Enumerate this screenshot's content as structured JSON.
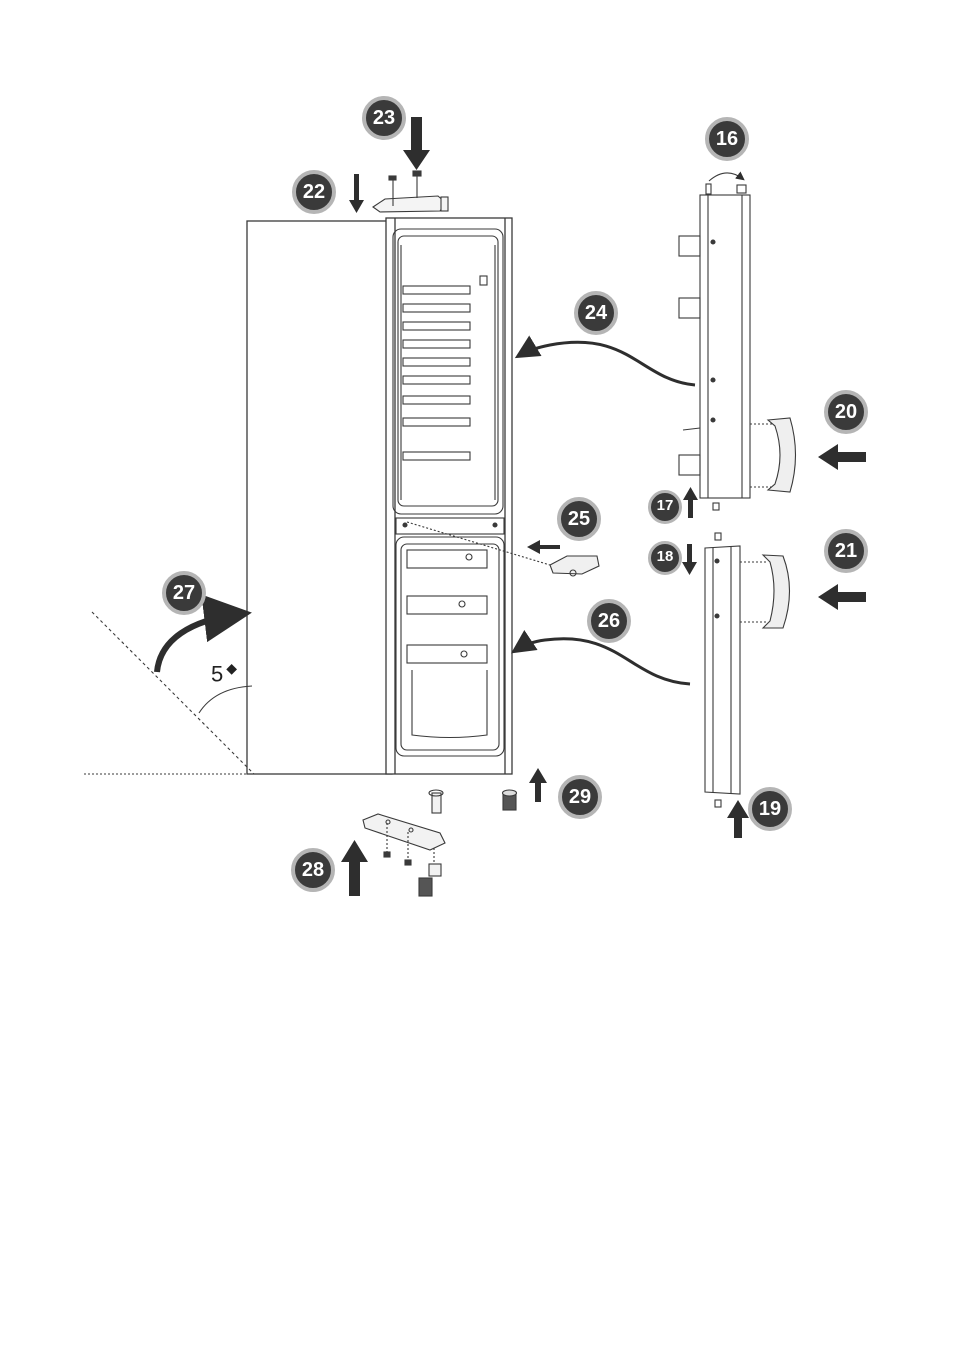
{
  "steps": {
    "s16": "16",
    "s17": "17",
    "s18": "18",
    "s19": "19",
    "s20": "20",
    "s21": "21",
    "s22": "22",
    "s23": "23",
    "s24": "24",
    "s25": "25",
    "s26": "26",
    "s27": "27",
    "s28": "28",
    "s29": "29"
  },
  "tilt_angle": "5",
  "colors": {
    "line": "#3a3a3a",
    "badge_fill": "#3a3a3a",
    "badge_ring": "#b5b5b5",
    "arrow": "#2e2e2e"
  }
}
